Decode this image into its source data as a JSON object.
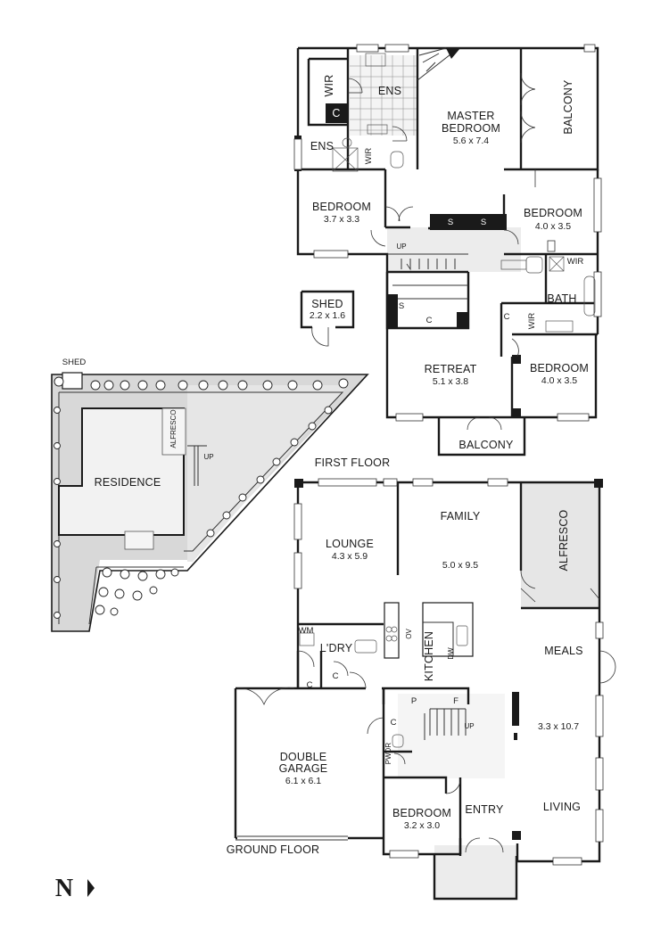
{
  "compass": {
    "letter": "N",
    "arrow": "right-pointing-triangle-icon"
  },
  "floors": {
    "first": {
      "title": "FIRST FLOOR",
      "rooms": {
        "wir_top": "WIR",
        "ens_top": "ENS",
        "c_top": "C",
        "ens_side": "ENS",
        "wir_side": "WIR",
        "master": {
          "name_line1": "MASTER",
          "name_line2": "BEDROOM",
          "size": "5.6 x 7.4"
        },
        "balcony_east": "BALCONY",
        "bedroom_nw": {
          "name": "BEDROOM",
          "size": "3.7 x 3.3"
        },
        "bedroom_ne": {
          "name": "BEDROOM",
          "size": "4.0 x 3.5"
        },
        "wir_mid": "WIR",
        "bath": "BATH",
        "c_mid": "C",
        "wir_mid2": "WIR",
        "s1": "S",
        "s2": "S",
        "s3": "S",
        "c_stair": "C",
        "up": "UP",
        "retreat": {
          "name": "RETREAT",
          "size": "5.1 x 3.8"
        },
        "bedroom_se": {
          "name": "BEDROOM",
          "size": "4.0 x 3.5"
        },
        "balcony_south": "BALCONY",
        "shed": {
          "name": "SHED",
          "size": "2.2 x 1.6"
        }
      }
    },
    "ground": {
      "title": "GROUND FLOOR",
      "rooms": {
        "lounge": {
          "name": "LOUNGE",
          "size": "4.3 x 5.9"
        },
        "family": {
          "name": "FAMILY",
          "size": "5.0 x 9.5"
        },
        "alfresco": "ALFRESCO",
        "wm": "WM",
        "ldry": "L'DRY",
        "c1": "C",
        "c2": "C",
        "ov": "OV",
        "kitchen": "KITCHEN",
        "dw": "DW",
        "meals": "MEALS",
        "meals_size": "3.3 x 10.7",
        "p": "P",
        "f": "F",
        "c3": "C",
        "up": "UP",
        "pwdr": "PWDR",
        "garage": {
          "name_line1": "DOUBLE",
          "name_line2": "GARAGE",
          "size": "6.1 x 6.1"
        },
        "bedroom": {
          "name": "BEDROOM",
          "size": "3.2 x 3.0"
        },
        "entry": "ENTRY",
        "living": "LIVING"
      }
    }
  },
  "site_plan": {
    "shed": "SHED",
    "residence": "RESIDENCE",
    "alfresco": "ALFRESCO",
    "up": "UP"
  }
}
